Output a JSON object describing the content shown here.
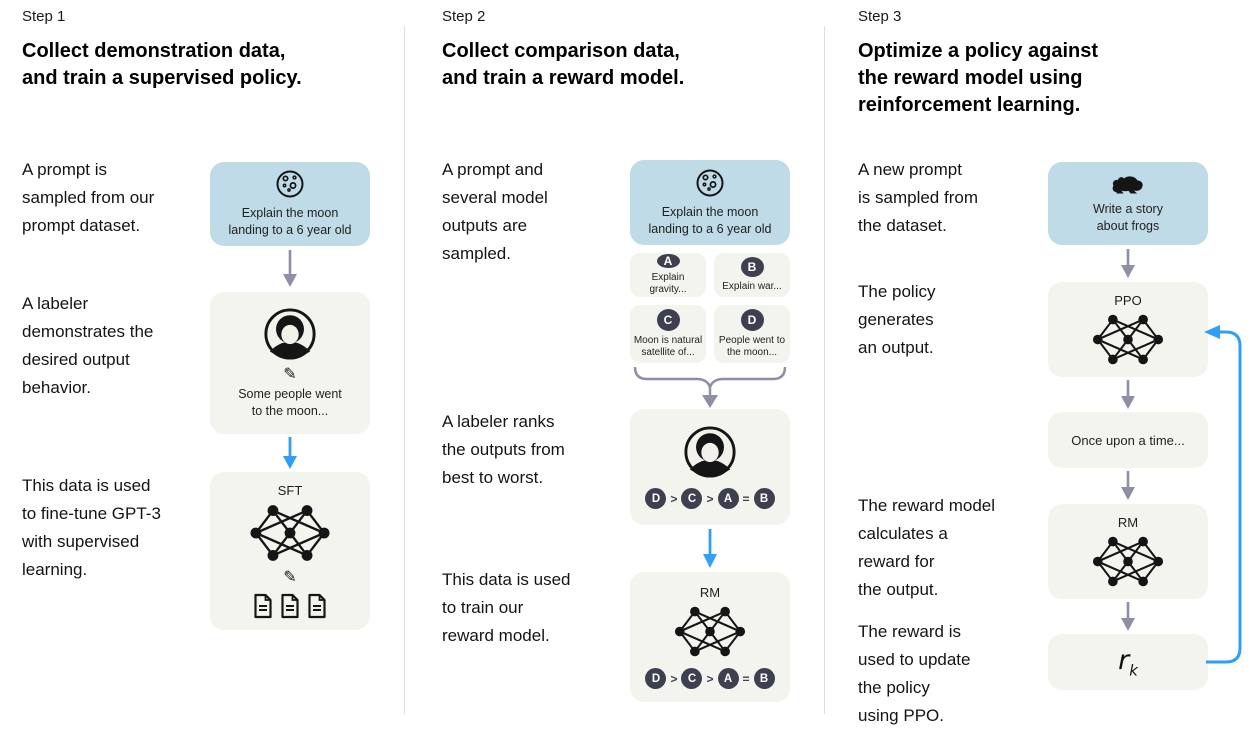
{
  "palette": {
    "prompt_box": "#bfdbe7",
    "neutral_box": "#f4f4ee",
    "badge": "#3e4050",
    "gray_arrow": "#8e8ea4",
    "blue_arrow": "#2f9ff7",
    "divider": "#dedede",
    "text": "#111111"
  },
  "icons": {
    "pencil": "✎"
  },
  "step1": {
    "step_label": "Step 1",
    "title": "Collect demonstration data,\nand train a supervised policy.",
    "captions": [
      "A prompt is\nsampled from our\nprompt dataset.",
      "A labeler\ndemonstrates the\ndesired output\nbehavior.",
      "This data is used\nto fine-tune GPT-3\nwith supervised\nlearning."
    ],
    "prompt_box": {
      "icon": "moon-icon",
      "text": "Explain the moon\nlanding to a 6 year old"
    },
    "labeler_box": {
      "icon": "labeler-icon",
      "text": "Some people went\nto the moon..."
    },
    "sft_box": {
      "label": "SFT",
      "icons": [
        "network-icon",
        "pencil-icon",
        "documents-icon"
      ]
    }
  },
  "step2": {
    "step_label": "Step 2",
    "title": "Collect comparison data,\nand train a reward model.",
    "captions": [
      "A prompt and\nseveral model\noutputs are\nsampled.",
      "A labeler ranks\nthe outputs from\nbest to worst.",
      "This data is used\nto train our\nreward model."
    ],
    "prompt_box": {
      "icon": "moon-icon",
      "text": "Explain the moon\nlanding to a 6 year old"
    },
    "outputs": [
      {
        "letter": "A",
        "text": "Explain gravity..."
      },
      {
        "letter": "B",
        "text": "Explain war..."
      },
      {
        "letter": "C",
        "text": "Moon is natural\nsatellite of..."
      },
      {
        "letter": "D",
        "text": "People went to\nthe moon..."
      }
    ],
    "ranking": [
      "D",
      ">",
      "C",
      ">",
      "A",
      "=",
      "B"
    ],
    "rm_box": {
      "label": "RM"
    }
  },
  "step3": {
    "step_label": "Step 3",
    "title": "Optimize a policy against\nthe reward model using\nreinforcement learning.",
    "captions": [
      "A new prompt\nis sampled from\nthe dataset.",
      "The policy\ngenerates\nan output.",
      "The reward model\ncalculates a\nreward for\nthe output.",
      "The reward is\nused to update\nthe policy\nusing PPO."
    ],
    "prompt_box": {
      "icon": "frog-icon",
      "text": "Write a story\nabout frogs"
    },
    "ppo_box": {
      "label": "PPO"
    },
    "output_box": {
      "text": "Once upon a time..."
    },
    "rm_box": {
      "label": "RM"
    },
    "reward": {
      "base": "r",
      "sub": "k"
    }
  }
}
